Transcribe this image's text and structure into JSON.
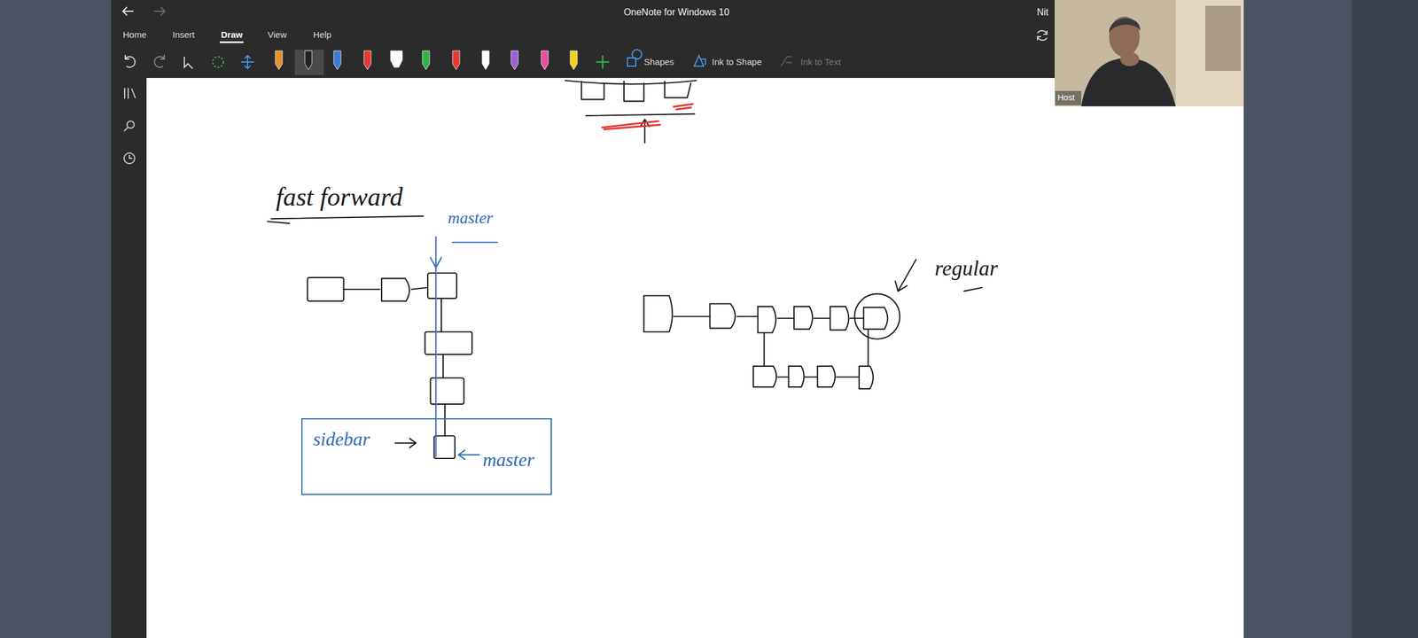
{
  "diagram": {
    "nodes": [
      {
        "text": [
          "sidebar",
          "master"
        ]
      }
    ],
    "labels": [
      "OneNote for Windows 10",
      "Nit",
      "Home",
      "Insert",
      "Draw",
      "View",
      "Help",
      "Shapes",
      "Ink to Shape",
      "Ink to Text",
      "Host",
      "fast forward",
      "master",
      "regular"
    ]
  }
}
